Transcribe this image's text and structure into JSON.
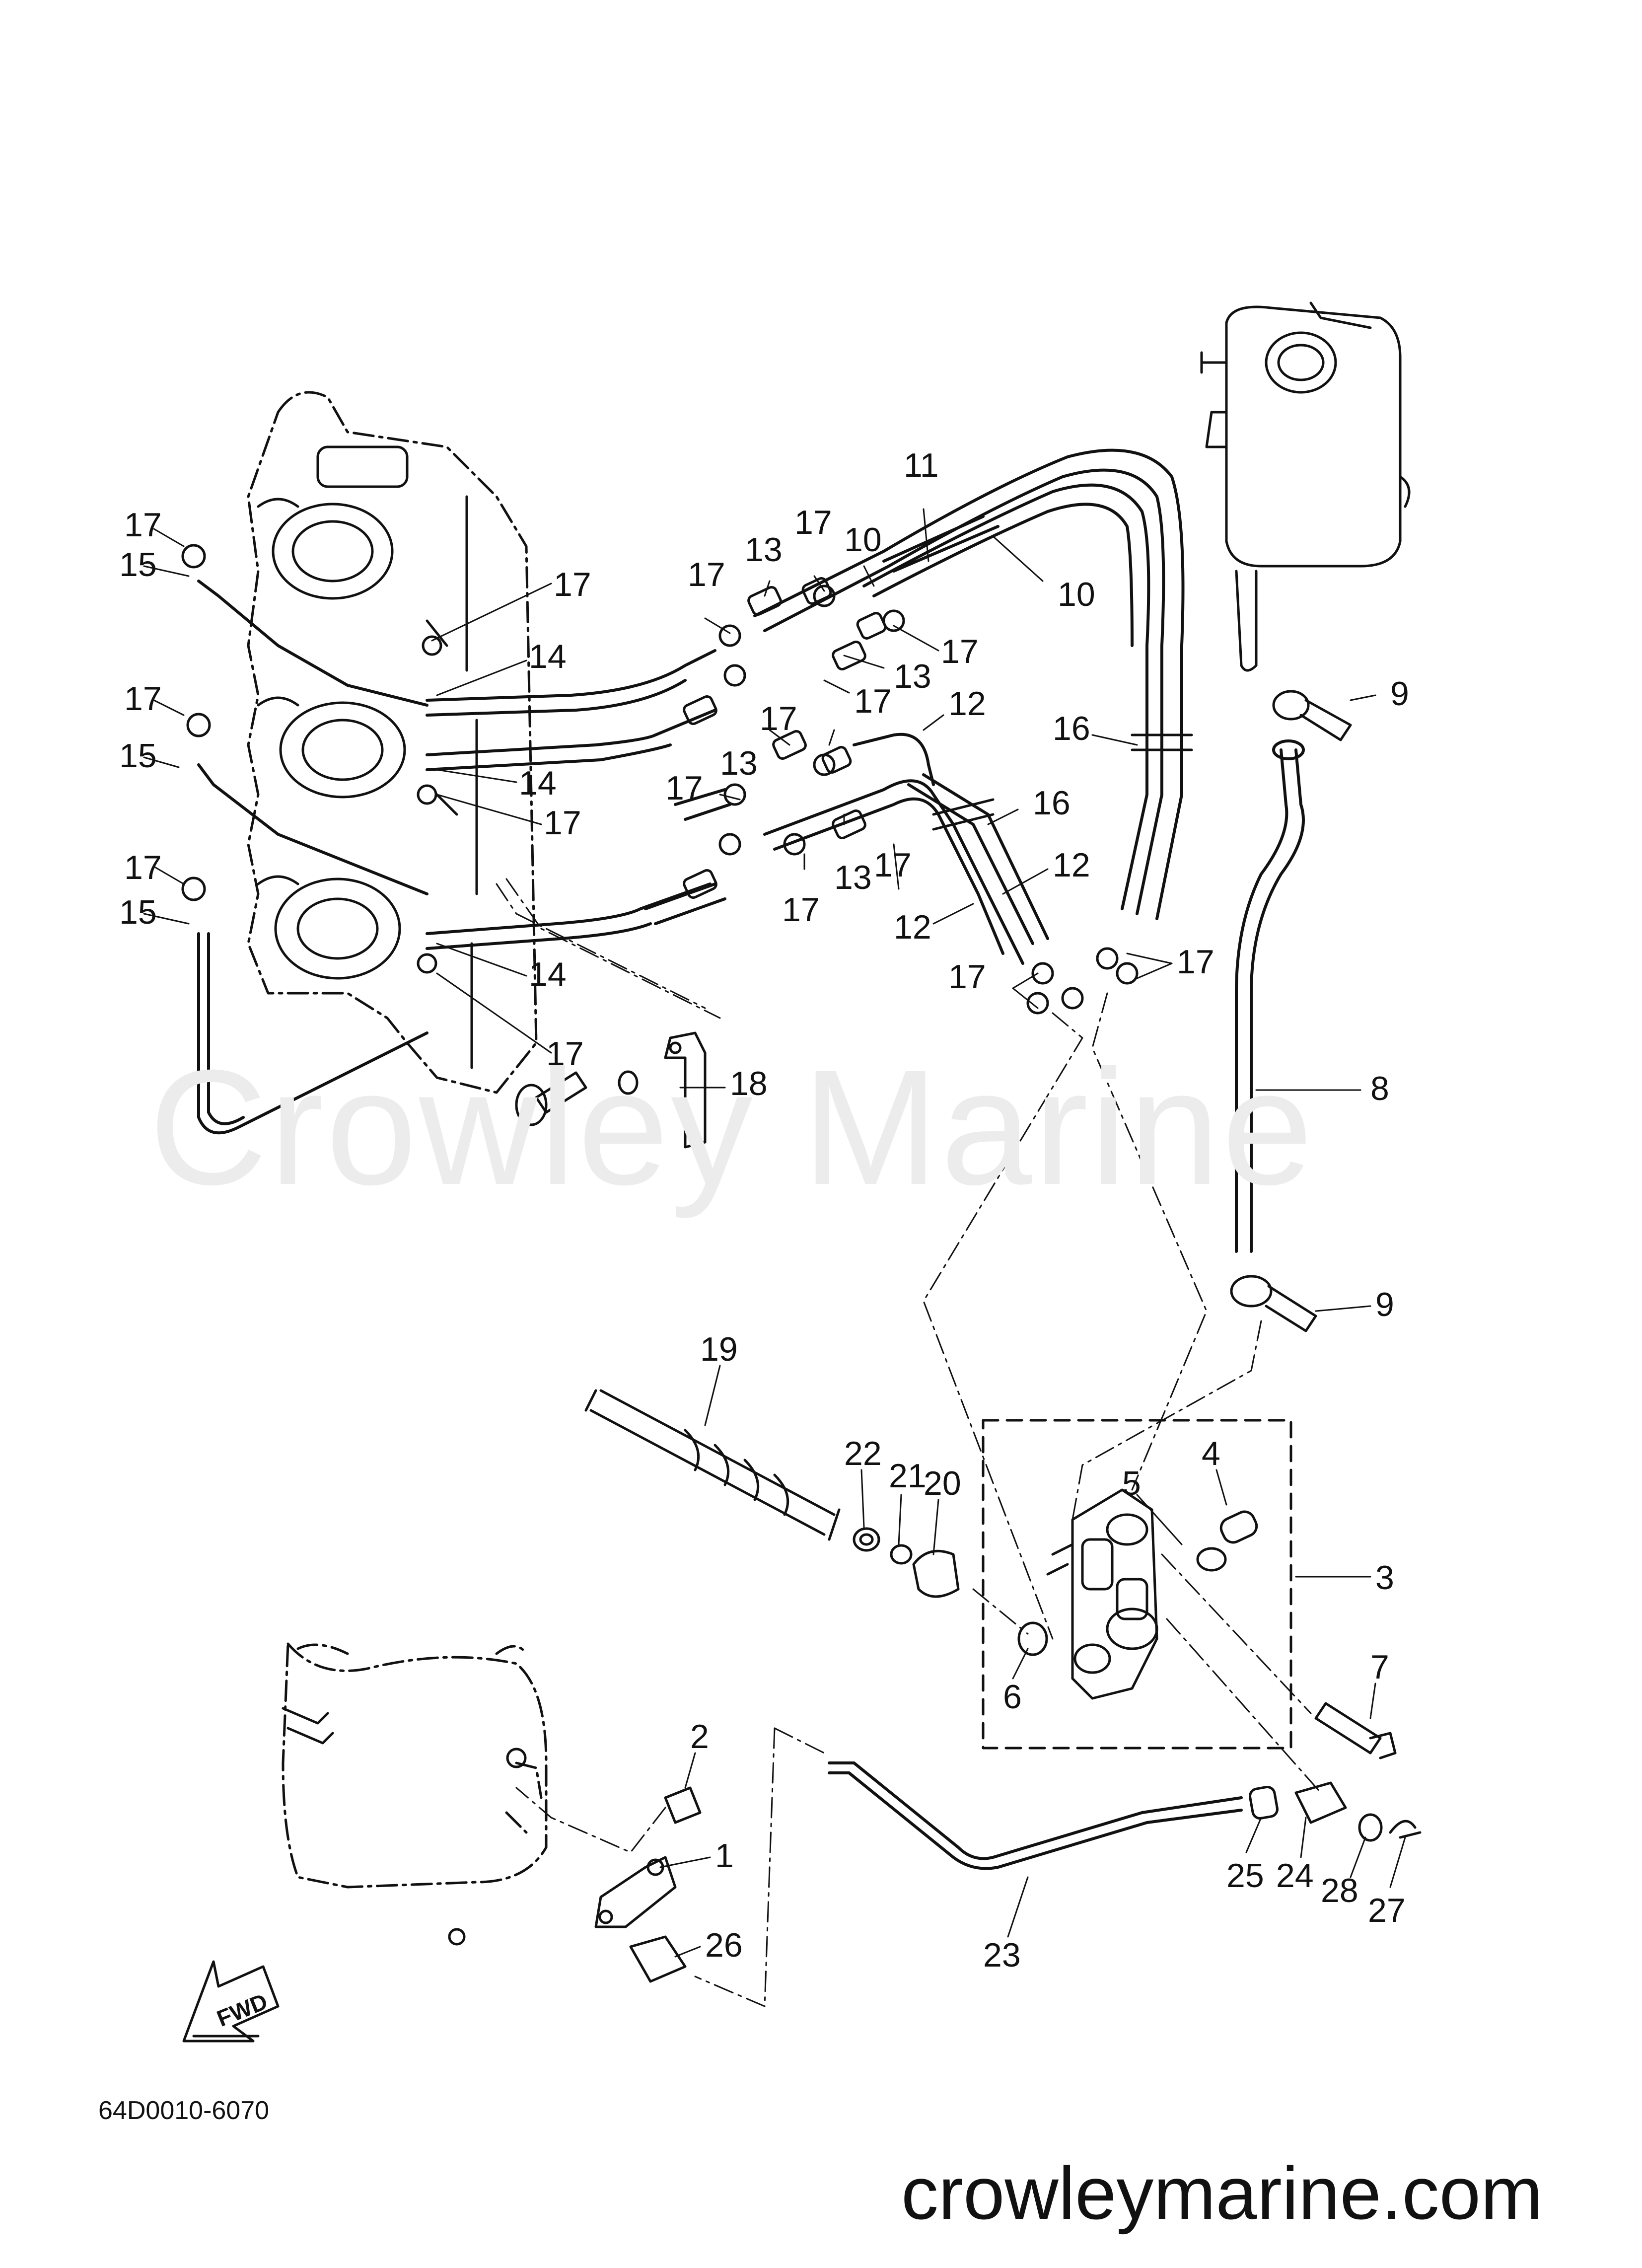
{
  "watermark": "Crowley Marine",
  "diagram_code": "64D0010-6070",
  "website": "crowleymarine.com",
  "fwd_label": "FWD",
  "callouts": [
    {
      "id": "c17a",
      "text": "17"
    },
    {
      "id": "c15a",
      "text": "15"
    },
    {
      "id": "c17b",
      "text": "17"
    },
    {
      "id": "c14a",
      "text": "14"
    },
    {
      "id": "c17c",
      "text": "17"
    },
    {
      "id": "c15b",
      "text": "15"
    },
    {
      "id": "c14b",
      "text": "14"
    },
    {
      "id": "c17d",
      "text": "17"
    },
    {
      "id": "c17e",
      "text": "17"
    },
    {
      "id": "c15c",
      "text": "15"
    },
    {
      "id": "c14c",
      "text": "14"
    },
    {
      "id": "c17f",
      "text": "17"
    },
    {
      "id": "c18",
      "text": "18"
    },
    {
      "id": "c17g",
      "text": "17"
    },
    {
      "id": "c13a",
      "text": "13"
    },
    {
      "id": "c17h",
      "text": "17"
    },
    {
      "id": "c10a",
      "text": "10"
    },
    {
      "id": "c11",
      "text": "11"
    },
    {
      "id": "c10b",
      "text": "10"
    },
    {
      "id": "c17i",
      "text": "17"
    },
    {
      "id": "c13b",
      "text": "13"
    },
    {
      "id": "c17j",
      "text": "17"
    },
    {
      "id": "c12a",
      "text": "12"
    },
    {
      "id": "c17k",
      "text": "17"
    },
    {
      "id": "c13c",
      "text": "13"
    },
    {
      "id": "c17l",
      "text": "17"
    },
    {
      "id": "c16a",
      "text": "16"
    },
    {
      "id": "c16b",
      "text": "16"
    },
    {
      "id": "c12b",
      "text": "12"
    },
    {
      "id": "c12c",
      "text": "12"
    },
    {
      "id": "c17m",
      "text": "17"
    },
    {
      "id": "c13d",
      "text": "13"
    },
    {
      "id": "c17n",
      "text": "17"
    },
    {
      "id": "c17o",
      "text": "17"
    },
    {
      "id": "c17p",
      "text": "17"
    },
    {
      "id": "c9a",
      "text": "9"
    },
    {
      "id": "c8",
      "text": "8"
    },
    {
      "id": "c9b",
      "text": "9"
    },
    {
      "id": "c19",
      "text": "19"
    },
    {
      "id": "c22",
      "text": "22"
    },
    {
      "id": "c21",
      "text": "21"
    },
    {
      "id": "c20",
      "text": "20"
    },
    {
      "id": "c4",
      "text": "4"
    },
    {
      "id": "c5",
      "text": "5"
    },
    {
      "id": "c3",
      "text": "3"
    },
    {
      "id": "c6",
      "text": "6"
    },
    {
      "id": "c7",
      "text": "7"
    },
    {
      "id": "c2",
      "text": "2"
    },
    {
      "id": "c1",
      "text": "1"
    },
    {
      "id": "c26",
      "text": "26"
    },
    {
      "id": "c23",
      "text": "23"
    },
    {
      "id": "c25",
      "text": "25"
    },
    {
      "id": "c24",
      "text": "24"
    },
    {
      "id": "c28",
      "text": "28"
    },
    {
      "id": "c27",
      "text": "27"
    }
  ]
}
